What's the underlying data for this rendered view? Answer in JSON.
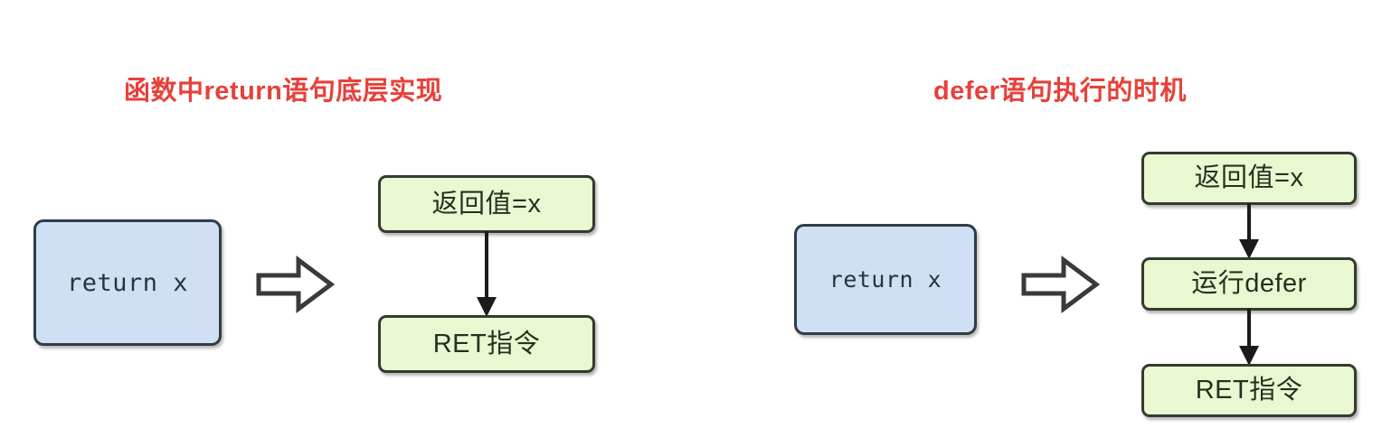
{
  "panels": [
    {
      "id": "return-lowering",
      "title": "函数中return语句底层实现",
      "source": {
        "label": "return x"
      },
      "arrow": {
        "icon": "block-arrow-right-icon",
        "direction": "right"
      },
      "steps": [
        {
          "label": "返回值=x"
        },
        {
          "label": "RET指令"
        }
      ]
    },
    {
      "id": "defer-timing",
      "title": "defer语句执行的时机",
      "source": {
        "label": "return x"
      },
      "arrow": {
        "icon": "block-arrow-right-icon",
        "direction": "right"
      },
      "steps": [
        {
          "label": "返回值=x"
        },
        {
          "label": "运行defer"
        },
        {
          "label": "RET指令"
        }
      ]
    }
  ],
  "colors": {
    "title": "#e8403a",
    "source_fill": "#cfe0f5",
    "source_border": "#2e3d46",
    "step_fill": "#eaf8d2",
    "step_border": "#333b2e",
    "connector": "#1b1b1b",
    "background": "#ffffff"
  }
}
